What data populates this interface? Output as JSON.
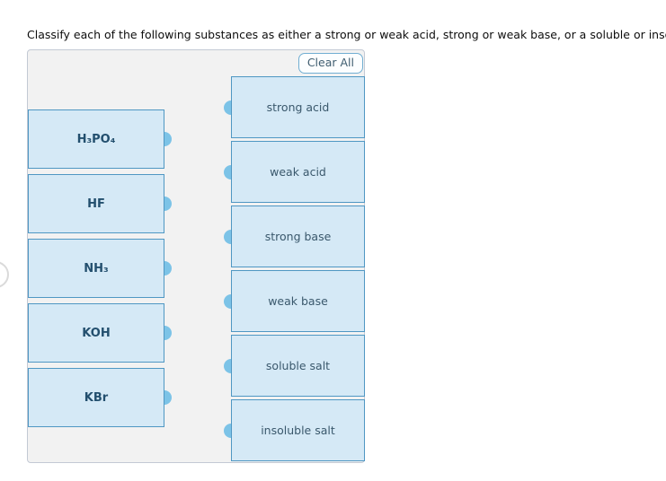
{
  "title": "Classify each of the following substances as either a strong or weak acid, strong or weak base, or a soluble or insoluble salt.",
  "toolbar": {
    "clear_all_label": "Clear All"
  },
  "items": [
    {
      "label": "H₃PO₄"
    },
    {
      "label": "HF"
    },
    {
      "label": "NH₃"
    },
    {
      "label": "KOH"
    },
    {
      "label": "KBr"
    }
  ],
  "bins": [
    {
      "label": "strong acid"
    },
    {
      "label": "weak acid"
    },
    {
      "label": "strong base"
    },
    {
      "label": "weak base"
    },
    {
      "label": "soluble salt"
    },
    {
      "label": "insoluble salt"
    }
  ],
  "colors": {
    "box_fill": "#d5e9f6",
    "box_border": "#4f97c3",
    "connector_dot": "#7cc3e7",
    "panel_bg": "#f2f2f2",
    "panel_border": "#c3c9d4",
    "button_border": "#71aed2",
    "button_text": "#3f5d70",
    "item_text": "#234f6e",
    "bin_text": "#3a586c"
  }
}
